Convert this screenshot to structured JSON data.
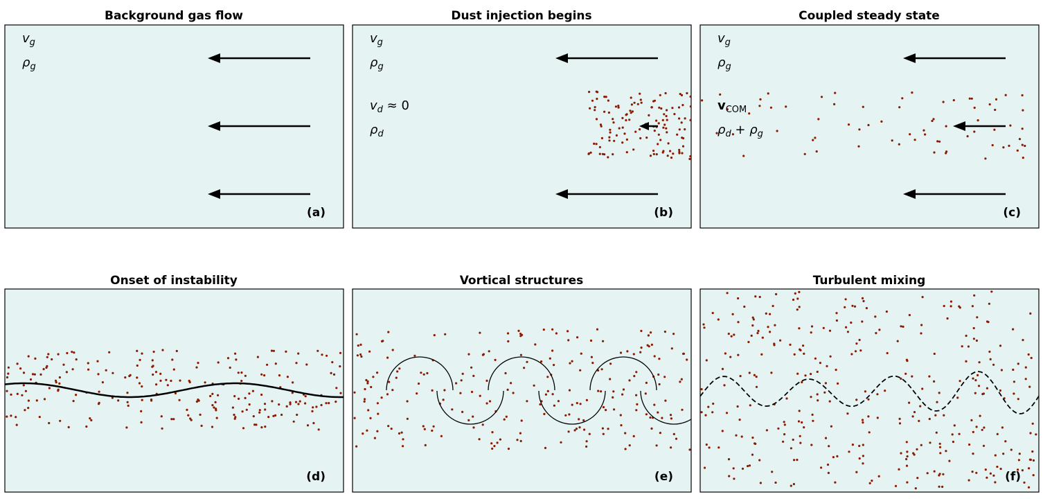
{
  "colors": {
    "panel_bg": "#e6f3f3",
    "border": "#000000",
    "dust": "#8b1a00",
    "ink": "#000000"
  },
  "panels": [
    {
      "id": "a",
      "title": "Background gas flow",
      "label": "(a)",
      "symbols": {
        "vg": "v",
        "vg_sub": "g",
        "rhog": "ρ",
        "rhog_sub": "g"
      }
    },
    {
      "id": "b",
      "title": "Dust injection begins",
      "label": "(b)",
      "symbols": {
        "vg": "v",
        "vg_sub": "g",
        "rhog": "ρ",
        "rhog_sub": "g",
        "vd": "v",
        "vd_sub": "d",
        "vd_rel": " ≈ 0",
        "rhod": "ρ",
        "rhod_sub": "d"
      }
    },
    {
      "id": "c",
      "title": "Coupled steady state",
      "label": "(c)",
      "symbols": {
        "vg": "v",
        "vg_sub": "g",
        "rhog": "ρ",
        "rhog_sub": "g",
        "vcom": "v",
        "vcom_sub": "COM",
        "rhod": "ρ",
        "rhod_sub": "d",
        "plus": " + ",
        "rhog2": "ρ",
        "rhog2_sub": "g"
      }
    },
    {
      "id": "d",
      "title": "Onset of instability",
      "label": "(d)"
    },
    {
      "id": "e",
      "title": "Vortical structures",
      "label": "(e)"
    },
    {
      "id": "f",
      "title": "Turbulent mixing",
      "label": "(f)"
    }
  ]
}
